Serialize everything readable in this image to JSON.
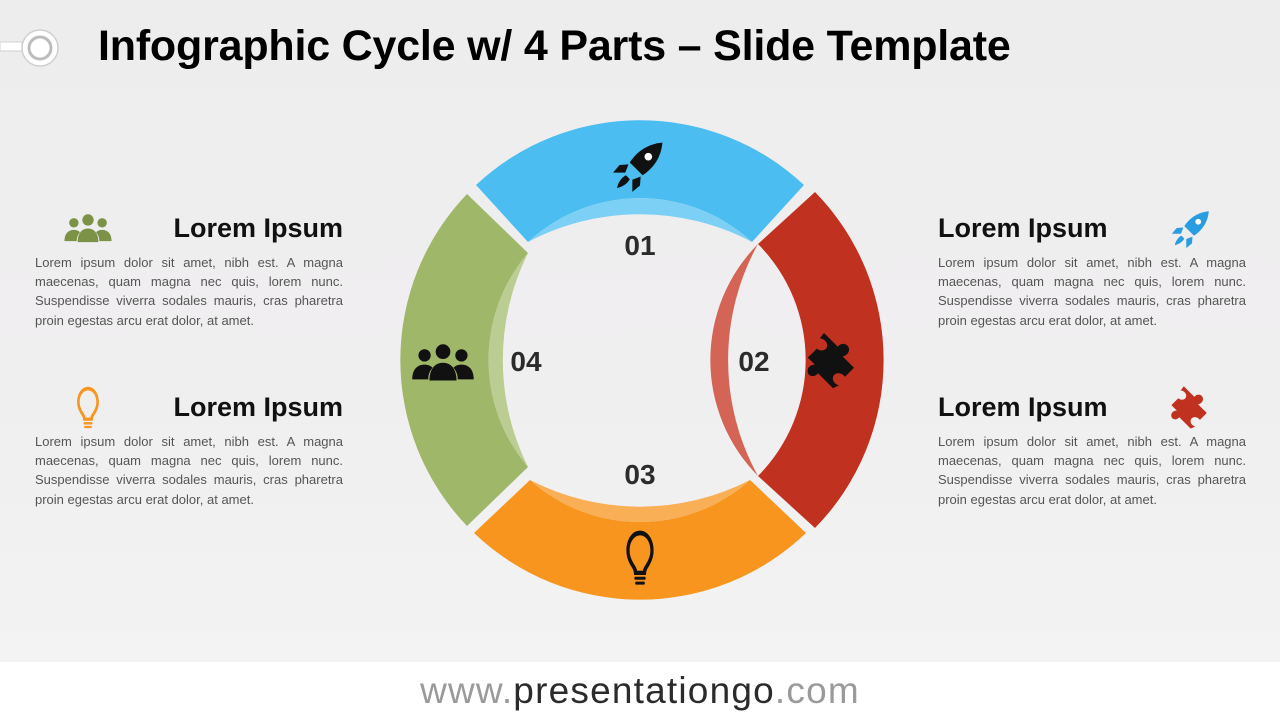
{
  "slide": {
    "title": "Infographic Cycle w/ 4 Parts – Slide Template"
  },
  "cycle": {
    "segments": [
      {
        "number": "01",
        "color": "#4bbdf0",
        "inner_color": "#7dd0f5",
        "icon": "rocket-icon"
      },
      {
        "number": "02",
        "color": "#c0311f",
        "inner_color": "#d46456",
        "icon": "puzzle-icon"
      },
      {
        "number": "03",
        "color": "#f7951e",
        "inner_color": "#f9af55",
        "icon": "lightbulb-icon"
      },
      {
        "number": "04",
        "color": "#9fb769",
        "inner_color": "#bccd93",
        "icon": "people-icon"
      }
    ]
  },
  "blocks": {
    "top_left": {
      "heading": "Lorem Ipsum",
      "icon": "people-icon",
      "icon_color": "#7b9247",
      "text": "Lorem ipsum dolor sit amet, nibh est. A magna maecenas, quam magna nec quis, lorem nunc. Suspendisse viverra sodales mauris, cras pharetra proin egestas arcu erat dolor, at amet."
    },
    "bottom_left": {
      "heading": "Lorem Ipsum",
      "icon": "lightbulb-icon",
      "icon_color": "#f7951e",
      "text": "Lorem ipsum dolor sit amet, nibh est. A magna maecenas, quam magna nec quis, lorem nunc. Suspendisse viverra sodales mauris, cras pharetra proin egestas arcu erat dolor, at amet."
    },
    "top_right": {
      "heading": "Lorem Ipsum",
      "icon": "rocket-icon",
      "icon_color": "#2a9de0",
      "text": "Lorem ipsum dolor sit amet, nibh est. A magna maecenas, quam magna nec quis, lorem nunc. Suspendisse viverra sodales mauris, cras pharetra proin egestas arcu erat dolor, at amet."
    },
    "bottom_right": {
      "heading": "Lorem Ipsum",
      "icon": "puzzle-icon",
      "icon_color": "#c0311f",
      "text": "Lorem ipsum dolor sit amet, nibh est. A magna maecenas, quam magna nec quis, lorem nunc. Suspendisse viverra sodales mauris, cras pharetra proin egestas arcu erat dolor, at amet."
    }
  },
  "footer": {
    "prefix": "www.",
    "domain": "presentationgo",
    "suffix": ".com"
  }
}
